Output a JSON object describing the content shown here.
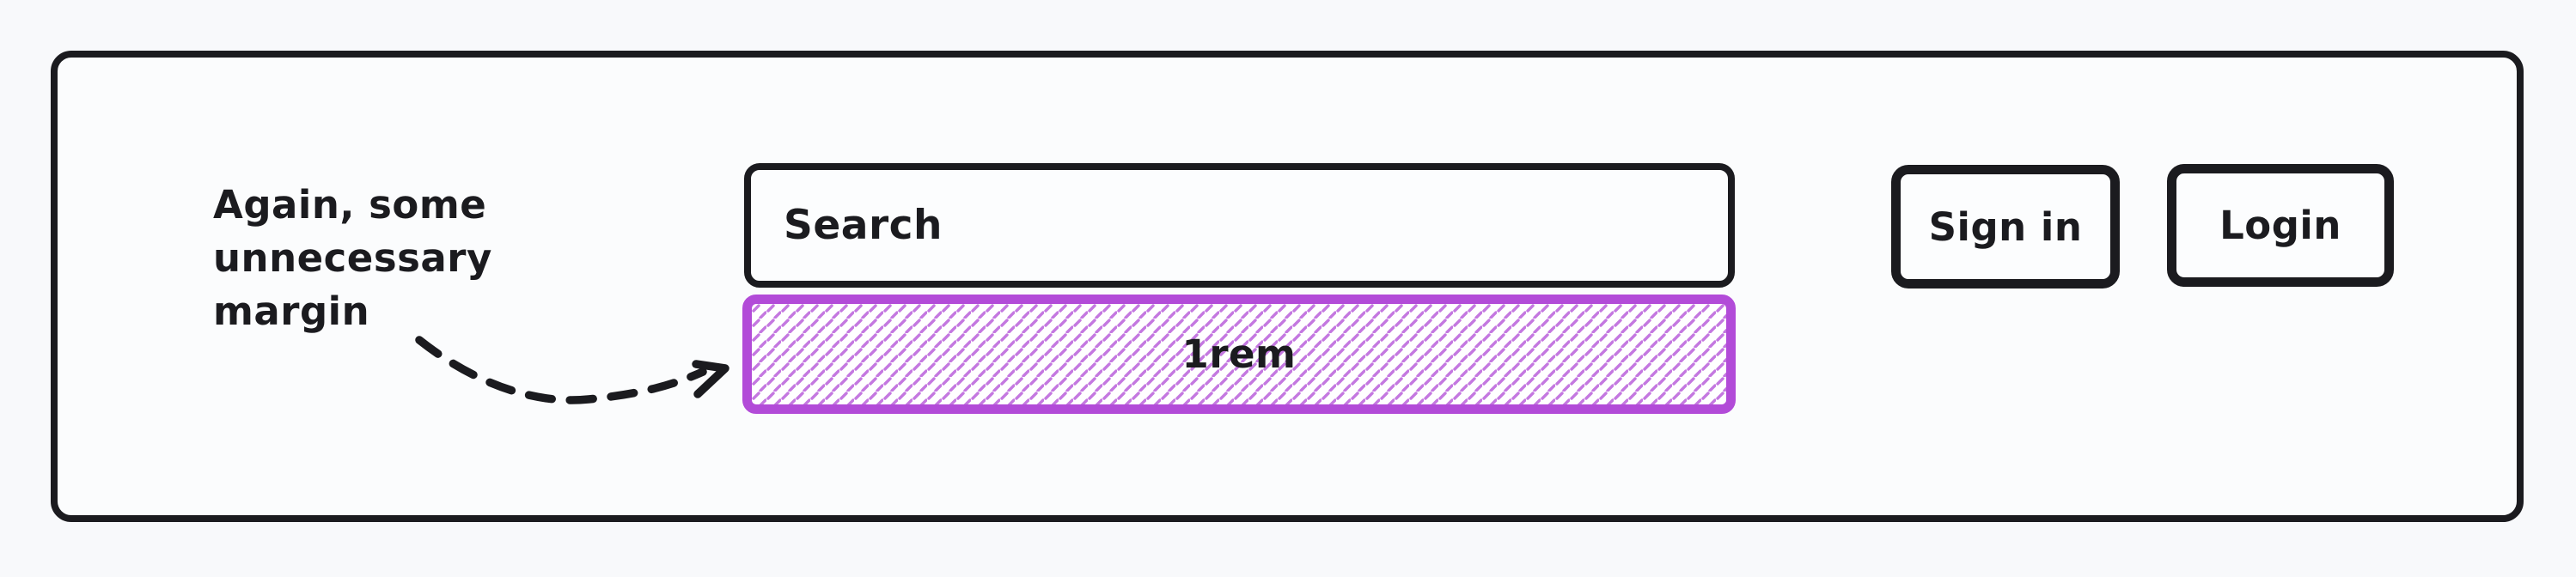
{
  "page": {
    "background_color": "#f8f9fb",
    "ink_color": "#1b1b1f"
  },
  "annotation": {
    "line1": "Again, some",
    "line2": "unnecessary",
    "line3": "margin"
  },
  "search": {
    "label": "Search"
  },
  "margin_box": {
    "label": "1rem",
    "border_color": "#b24bd8",
    "hatch_color": "#c478e0"
  },
  "auth": {
    "sign_in_label": "Sign in",
    "login_label": "Login"
  }
}
